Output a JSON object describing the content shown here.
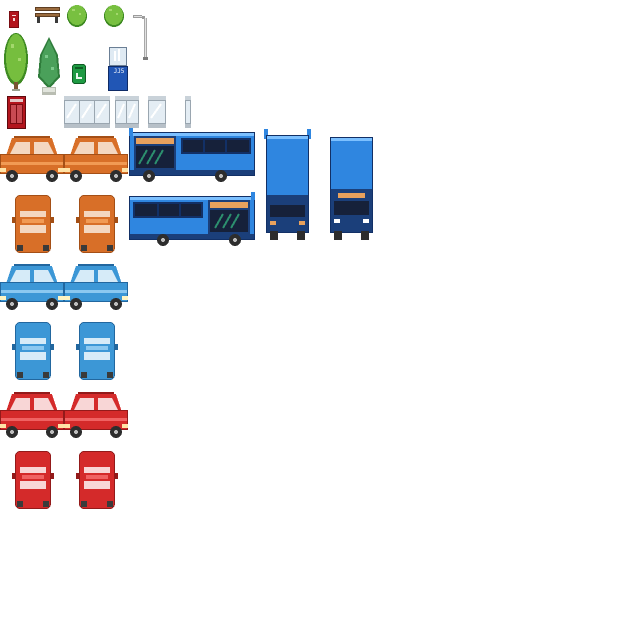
{
  "sheet": {
    "title": "",
    "background": "#ffffff"
  },
  "palette": {
    "orange": "#d86f28",
    "orange_dark": "#a44f16",
    "orange_light": "#f19a54",
    "blue": "#3c97d6",
    "blue_dark": "#22679f",
    "blue_light": "#8bc8f0",
    "red": "#d42a2a",
    "red_dark": "#931a1a",
    "red_light": "#f06262",
    "bus_blue": "#2f86e0",
    "bus_navy": "#1b3f7a",
    "window_dark": "#16213a",
    "glass": "#e4edf4",
    "tree_green": "#6fb83b",
    "tree_dark": "#3e8a22",
    "bin_green": "#1b8a3a",
    "post_red": "#b3151d",
    "bench_brown": "#7a5532",
    "lamp_grey": "#bdbdbd",
    "tyre": "#2d2d2d"
  },
  "sprites": {
    "postbox": {
      "icon": "postbox-icon"
    },
    "bench": {
      "icon": "bench-icon"
    },
    "bush_1": {
      "icon": "bush-icon"
    },
    "bush_2": {
      "icon": "bush-icon"
    },
    "street_lamp": {
      "icon": "street-lamp-icon"
    },
    "tree_round": {
      "icon": "tree-icon"
    },
    "tree_cypress": {
      "icon": "cypress-tree-icon"
    },
    "recycle_bin": {
      "icon": "recycle-bin-icon"
    },
    "bus_stop_sign": {
      "icon": "bus-stop-sign-icon",
      "text": "JJ5"
    },
    "phone_box": {
      "icon": "phone-box-icon"
    },
    "bus_shelter_long": {
      "icon": "bus-shelter-icon"
    },
    "bus_shelter_mid": {
      "icon": "bus-shelter-icon"
    },
    "bus_shelter_short": {
      "icon": "bus-shelter-icon"
    },
    "bus_shelter_edge": {
      "icon": "bus-shelter-icon"
    },
    "bus_side_right": {
      "icon": "bus-icon"
    },
    "bus_side_left": {
      "icon": "bus-icon"
    },
    "bus_rear": {
      "icon": "bus-rear-icon"
    },
    "bus_front": {
      "icon": "bus-front-icon"
    },
    "car_orange_side": {
      "icon": "car-side-icon",
      "color": "orange"
    },
    "car_orange_top": {
      "icon": "car-top-icon",
      "color": "orange"
    },
    "car_blue_side": {
      "icon": "car-side-icon",
      "color": "blue"
    },
    "car_blue_top": {
      "icon": "car-top-icon",
      "color": "blue"
    },
    "car_red_side": {
      "icon": "car-side-icon",
      "color": "red"
    },
    "car_red_top": {
      "icon": "car-top-icon",
      "color": "red"
    }
  }
}
